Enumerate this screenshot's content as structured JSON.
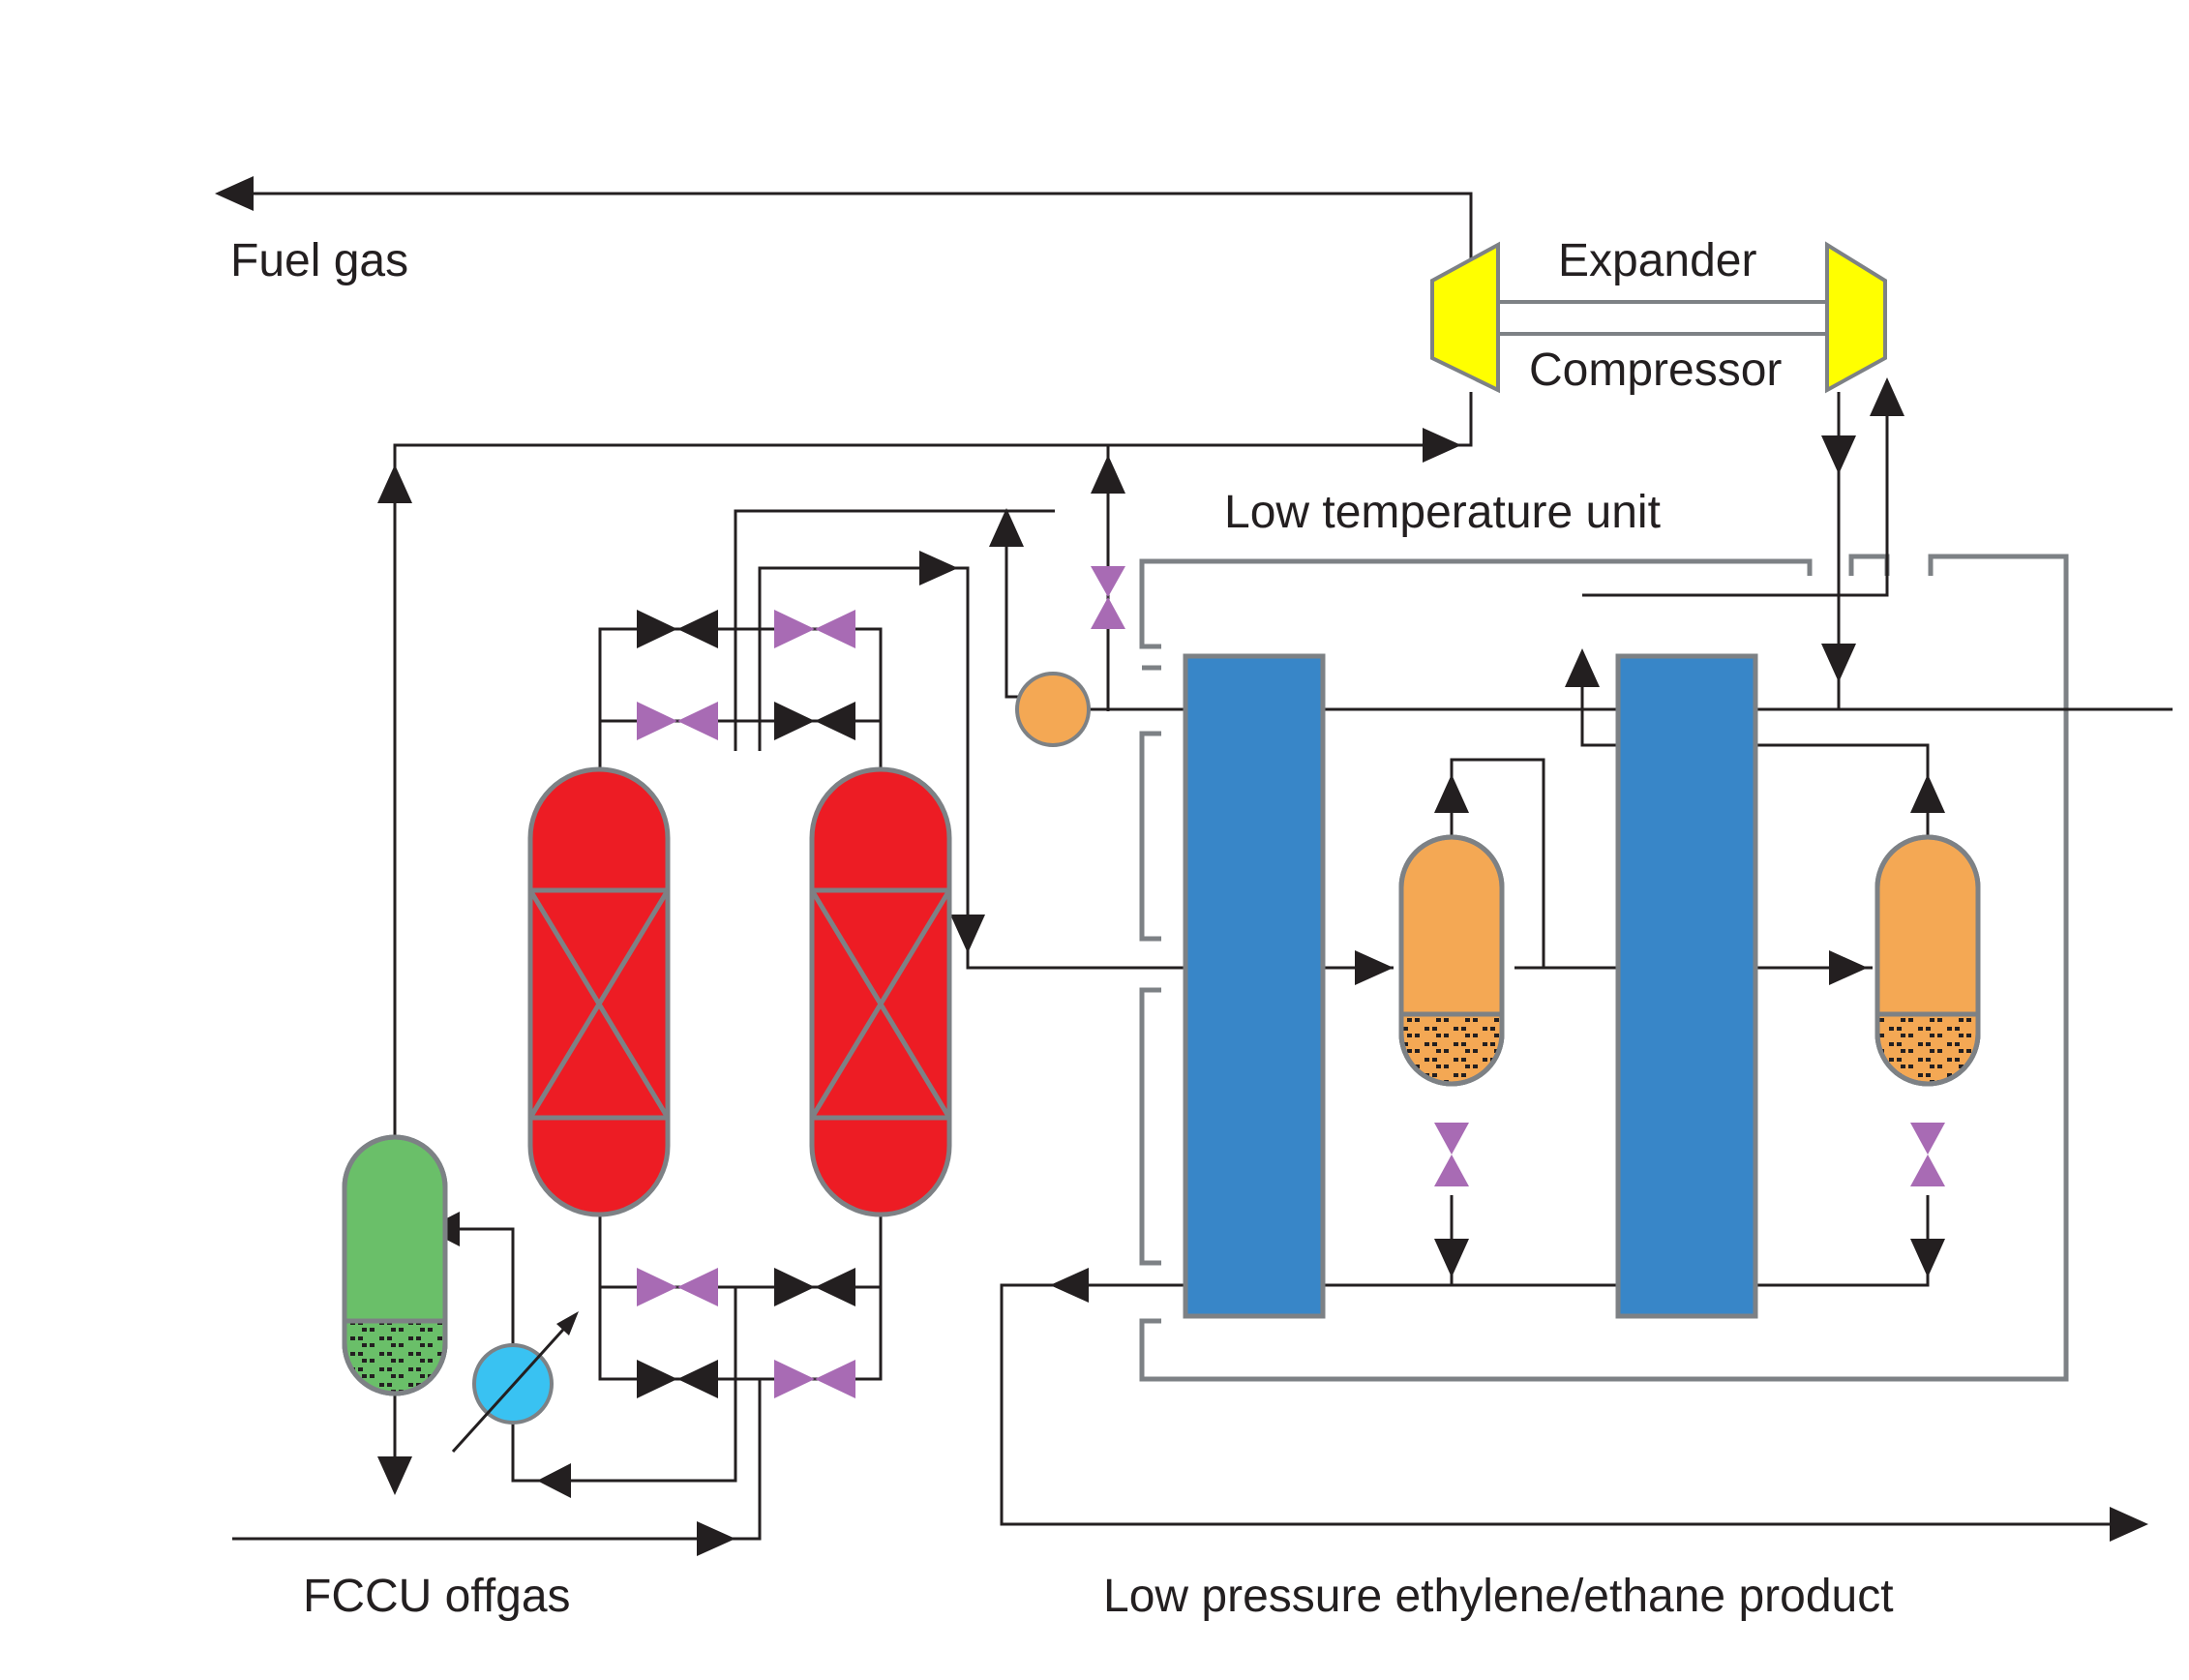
{
  "labels": {
    "fuel_gas": "Fuel gas",
    "expander": "Expander",
    "compressor": "Compressor",
    "low_temperature_unit": "Low temperature unit",
    "fccu_offgas": "FCCU offgas",
    "product": "Low pressure ethylene/ethane product"
  },
  "colors": {
    "adsorber": "#ed1c24",
    "heat_exchanger": "#3886c8",
    "separator": "#f4a854",
    "knockout_drum": "#6abf69",
    "turboexpander": "#ffff00",
    "valve_dark": "#231f20",
    "valve_purple": "#a86bb4",
    "cooler": "#39c2f2",
    "pump": "#f4a854",
    "outline_gray": "#7d8185"
  },
  "icons": {
    "valve": "butterfly-valve-icon",
    "cooler": "cooler-icon",
    "pump": "pump-icon"
  }
}
